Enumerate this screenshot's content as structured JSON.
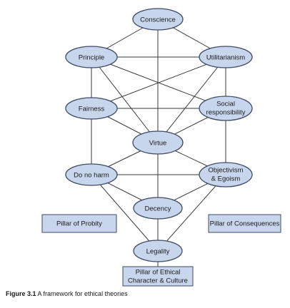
{
  "nodes": {
    "conscience": "Conscience",
    "principle": "Principle",
    "utilitarianism": "Utilitarianism",
    "fairness": "Fairness",
    "social_responsibility": [
      "Social",
      "responsibility"
    ],
    "virtue": "Virtue",
    "do_no_harm": "Do no harm",
    "objectivism_egoism": [
      "Objectivism",
      "& Egoism"
    ],
    "decency": "Decency",
    "legality": "Legality"
  },
  "pillars": {
    "probity": "Pillar of Probity",
    "consequences": "Pillar of Consequences",
    "ethical_character": [
      "Pillar of Ethical",
      "Character & Culture"
    ]
  },
  "caption": {
    "label": "Figure 3.1",
    "text": "A framework for ethical theories"
  }
}
